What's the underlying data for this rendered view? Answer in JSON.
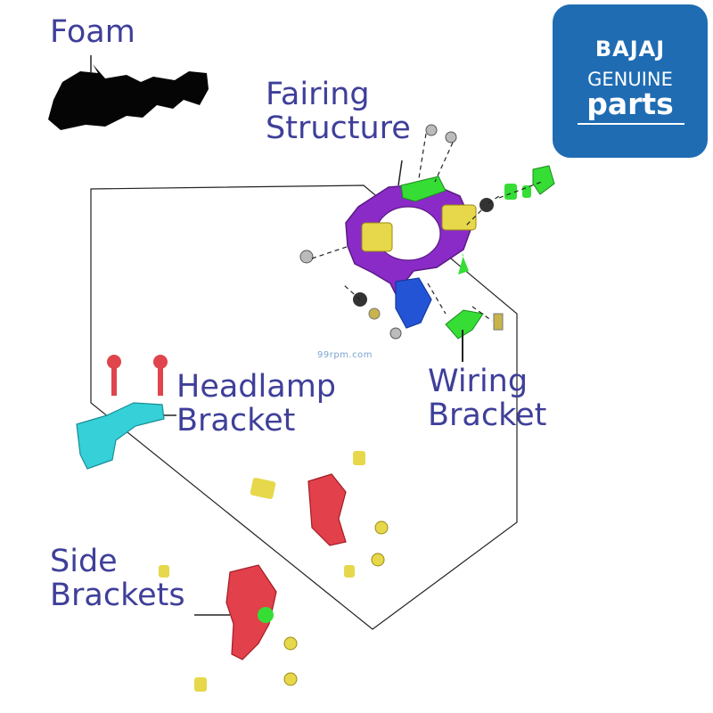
{
  "labels": {
    "foam": "Foam",
    "fairing_line1": "Fairing",
    "fairing_line2": "Structure",
    "headlamp_line1": "Headlamp",
    "headlamp_line2": "Bracket",
    "wiring_line1": "Wiring",
    "wiring_line2": "Bracket",
    "side_line1": "Side",
    "side_line2": "Brackets"
  },
  "logo": {
    "brand": "BAJAJ",
    "line1": "GENUINE",
    "line2": "parts"
  },
  "watermark": "99rpm.com",
  "colors": {
    "label_text": "#3f3f9a",
    "logo_bg": "#1f6cb3",
    "fairing_frame": "#8a2bc7",
    "headlamp_bracket": "#35d0d8",
    "wiring_bracket": "#35dd35",
    "side_brackets": "#e2404a",
    "yellow_parts": "#e6d84a",
    "red_bolts": "#e0444c",
    "blue_mount": "#2454d6",
    "foam": "#050505"
  }
}
